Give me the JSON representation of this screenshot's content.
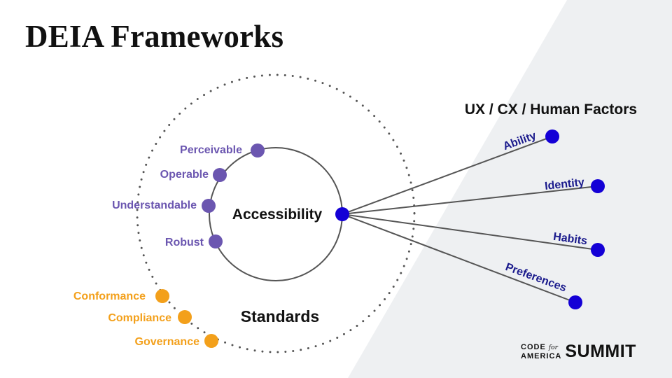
{
  "title": "DEIA Frameworks",
  "colors": {
    "accessibility_dot": "#1400d6",
    "ux_dot": "#1400d6",
    "ux_label": "#1a1a8c",
    "principle": "#6b56b0",
    "principle_label": "#6b56b0",
    "standards": "#f3a01b",
    "standards_label": "#f3a01b",
    "line": "#555555",
    "background_shape": "#eef0f2"
  },
  "diagram": {
    "center_label": "Accessibility",
    "outer_label": "Standards",
    "principles": [
      "Perceivable",
      "Operable",
      "Understandable",
      "Robust"
    ],
    "standards_items": [
      "Conformance",
      "Compliance",
      "Governance"
    ],
    "ux_header": "UX / CX / Human Factors",
    "ux_factors": [
      "Ability",
      "Identity",
      "Habits",
      "Preferences"
    ]
  },
  "logo": {
    "code": "CODE",
    "for": "for",
    "america": "AMERICA",
    "summit": "SUMMIT"
  }
}
